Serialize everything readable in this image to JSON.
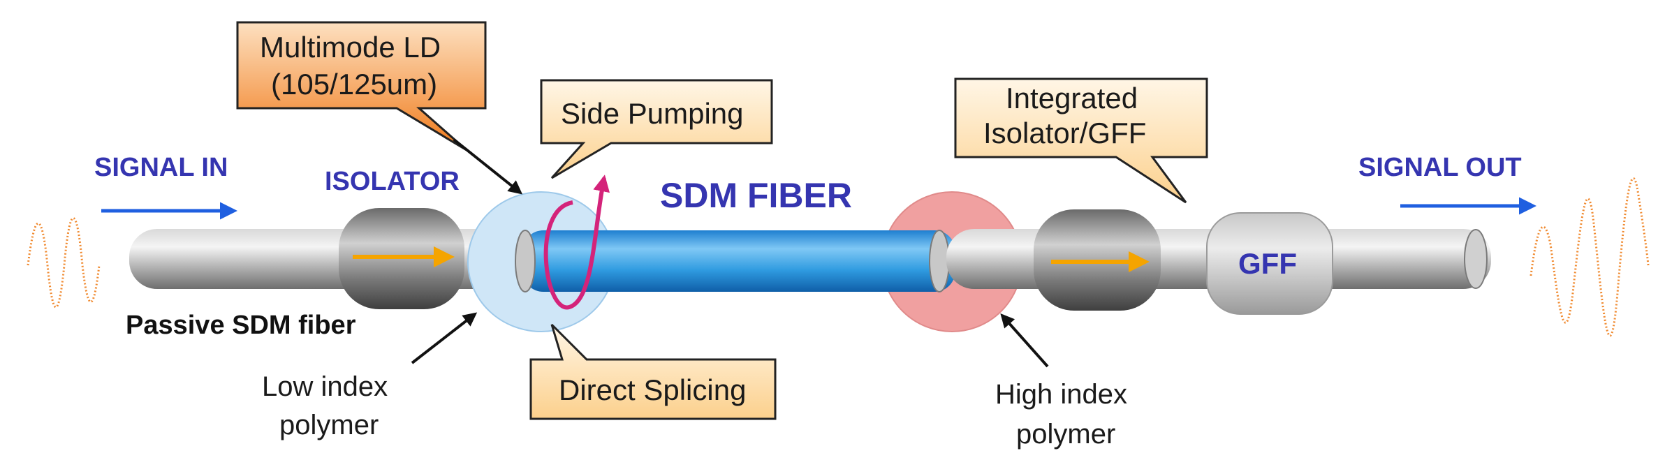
{
  "labels": {
    "signal_in": "SIGNAL IN",
    "isolator": "ISOLATOR",
    "sdm_fiber": "SDM FIBER",
    "signal_out": "SIGNAL OUT",
    "gff": "GFF",
    "passive_fiber": "Passive SDM fiber",
    "low_index_line1": "Low index",
    "low_index_line2": "polymer",
    "high_index_line1": "High index",
    "high_index_line2": "polymer"
  },
  "callouts": {
    "multimode_ld_line1": "Multimode LD",
    "multimode_ld_line2": "(105/125um)",
    "side_pumping": "Side Pumping",
    "direct_splicing": "Direct Splicing",
    "integrated_line1": "Integrated",
    "integrated_line2": "Isolator/GFF"
  },
  "colors": {
    "label_blue": "#3535b0",
    "arrow_blue": "#1f5fe0",
    "arrow_orange": "#f5a400",
    "wave_orange": "#f08a30",
    "pump_magenta": "#d4237a",
    "fiber_blue": "#2f9be0",
    "callout_fill": "#fde0b0",
    "ld_fill": "#f38a2c",
    "low_index_circle": "#cfe6f7",
    "high_index_circle": "#f0a0a0"
  }
}
